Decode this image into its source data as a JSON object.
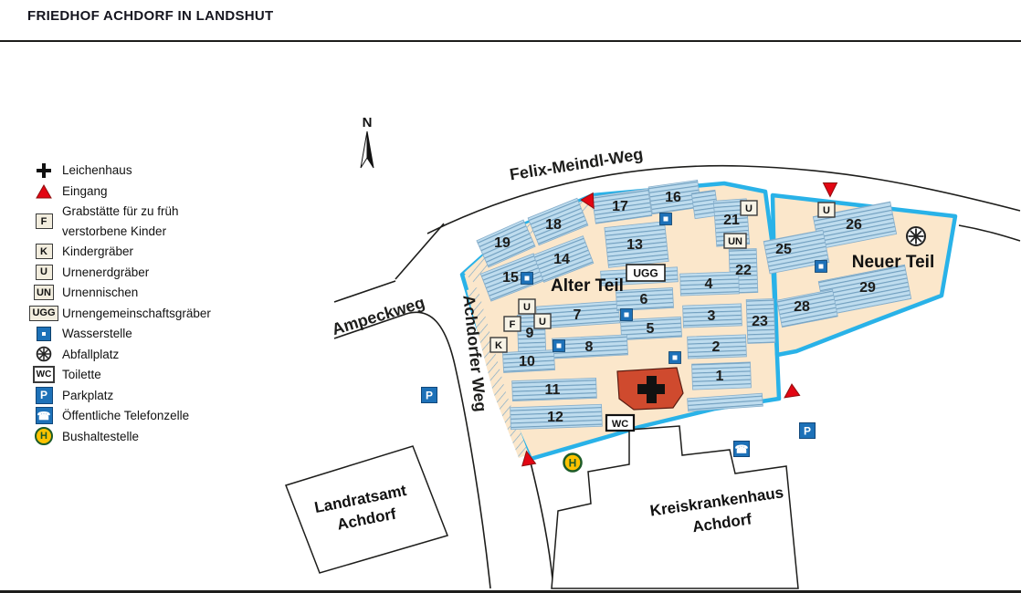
{
  "title": "FRIEDHOF ACHDORF IN LANDSHUT",
  "compass_label": "N",
  "legend": {
    "items": [
      {
        "label": "Leichenhaus"
      },
      {
        "label": "Eingang"
      },
      {
        "symbol": "F",
        "label": "Grabstätte für zu früh verstorbene Kinder"
      },
      {
        "symbol": "K",
        "label": "Kindergräber"
      },
      {
        "symbol": "U",
        "label": "Urnenerdgräber"
      },
      {
        "symbol": "UN",
        "label": "Urnennischen"
      },
      {
        "symbol": "UGG",
        "label": "Urnengemeinschaftsgräber"
      },
      {
        "label": "Wasserstelle"
      },
      {
        "label": "Abfallplatz"
      },
      {
        "symbol": "WC",
        "label": "Toilette"
      },
      {
        "symbol": "P",
        "label": "Parkplatz"
      },
      {
        "label": "Öffentliche Telefonzelle"
      },
      {
        "symbol": "H",
        "label": "Bushaltestelle"
      }
    ]
  },
  "map": {
    "roads": {
      "felix_meindl_weg": "Felix-Meindl-Weg",
      "ampeckweg": "Ampeckweg",
      "achdorfer_weg": "Achdorfer Weg"
    },
    "areas": {
      "alter_teil": "Alter Teil",
      "neuer_teil": "Neuer Teil"
    },
    "buildings": {
      "landratsamt_line1": "Landratsamt",
      "landratsamt_line2": "Achdorf",
      "kreiskrankenhaus_line1": "Kreiskrankenhaus",
      "kreiskrankenhaus_line2": "Achdorf"
    },
    "markers": {
      "u": "U",
      "un": "UN",
      "f": "F",
      "k": "K",
      "ugg": "UGG",
      "wc": "WC",
      "p": "P",
      "h": "H"
    },
    "sections": {
      "1": "1",
      "2": "2",
      "3": "3",
      "4": "4",
      "5": "5",
      "6": "6",
      "7": "7",
      "8": "8",
      "9": "9",
      "10": "10",
      "11": "11",
      "12": "12",
      "13": "13",
      "14": "14",
      "15": "15",
      "16": "16",
      "17": "17",
      "18": "18",
      "19": "19",
      "21": "21",
      "22": "22",
      "23": "23",
      "25": "25",
      "26": "26",
      "28": "28",
      "29": "29"
    },
    "colors": {
      "boundary_cyan": "#29b2e8",
      "cemetery_fill": "#fbe7cb",
      "grave_block_fill": "#bedcee",
      "grave_row_line": "#6d9cbd",
      "marker_blue": "#1d71b8",
      "entrance_red": "#e30613",
      "bus_yellow": "#fdc300",
      "leichenhaus_red": "#cf4a2e"
    }
  }
}
